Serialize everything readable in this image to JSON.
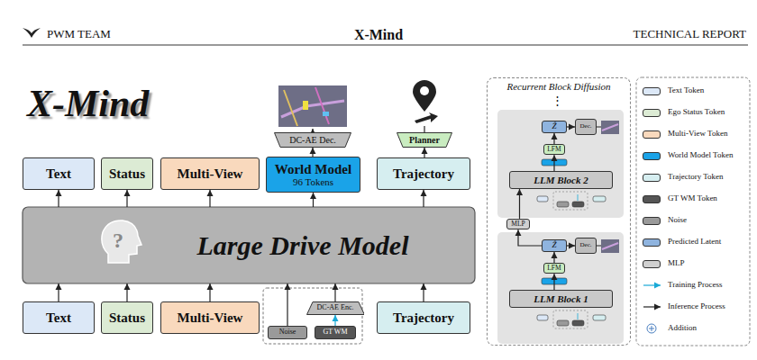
{
  "diagram": {
    "title": "X-Mind",
    "nodes": [
      {
        "text": [
          "Text"
        ]
      },
      {
        "text": [
          "Status"
        ]
      },
      {
        "text": [
          "Multi-View"
        ]
      },
      {
        "text": [
          "World Model",
          "96 Tokens"
        ]
      },
      {
        "text": [
          "Trajectory"
        ]
      },
      {
        "text": [
          "DC-AE Dec."
        ]
      },
      {
        "text": [
          "Planner"
        ]
      },
      {
        "text": [
          "Large Drive Model"
        ]
      },
      {
        "text": [
          "Text"
        ]
      },
      {
        "text": [
          "Status"
        ]
      },
      {
        "text": [
          "Multi-View"
        ]
      },
      {
        "text": [
          "Noise"
        ]
      },
      {
        "text": [
          "GT WM"
        ]
      },
      {
        "text": [
          "DC-AE Enc."
        ]
      },
      {
        "text": [
          "Trajectory"
        ]
      },
      {
        "text": [
          "Recurrent Block Diffusion"
        ]
      },
      {
        "text": [
          "LLM Block 2"
        ],
        "in": 15
      },
      {
        "text": [
          "LFM"
        ],
        "in": 15
      },
      {
        "text": [
          "Ẑ"
        ],
        "in": 15
      },
      {
        "text": [
          "Dec."
        ],
        "in": 15
      },
      {
        "text": [
          "MLP"
        ],
        "in": 15
      },
      {
        "text": [
          "LLM Block 1"
        ],
        "in": 15
      },
      {
        "text": [
          "LFM"
        ],
        "in": 15
      },
      {
        "text": [
          "Ẑ"
        ],
        "in": 15
      },
      {
        "text": [
          "Dec."
        ],
        "in": 15
      }
    ],
    "edges": [
      {
        "from": 7,
        "to": 0,
        "arrow": "to"
      },
      {
        "from": 7,
        "to": 1,
        "arrow": "to"
      },
      {
        "from": 7,
        "to": 2,
        "arrow": "to"
      },
      {
        "from": 7,
        "to": 3,
        "arrow": "to"
      },
      {
        "from": 7,
        "to": 4,
        "arrow": "to"
      },
      {
        "from": 3,
        "to": 5,
        "arrow": "to"
      },
      {
        "from": 4,
        "to": 6,
        "arrow": "to"
      },
      {
        "from": 8,
        "to": 7,
        "arrow": "to"
      },
      {
        "from": 9,
        "to": 7,
        "arrow": "to"
      },
      {
        "from": 10,
        "to": 7,
        "arrow": "to"
      },
      {
        "from": 11,
        "to": 7,
        "arrow": "to"
      },
      {
        "from": 13,
        "to": 7,
        "arrow": "to"
      },
      {
        "from": 12,
        "to": 13,
        "arrow": "to"
      },
      {
        "from": 14,
        "to": 7,
        "arrow": "to"
      },
      {
        "from": 16,
        "to": 17,
        "arrow": "to"
      },
      {
        "from": 17,
        "to": 18,
        "arrow": "to"
      },
      {
        "from": 18,
        "to": 19,
        "arrow": "to"
      },
      {
        "from": 21,
        "to": 22,
        "arrow": "to"
      },
      {
        "from": 22,
        "to": 23,
        "arrow": "to"
      },
      {
        "from": 23,
        "to": 24,
        "arrow": "to"
      },
      {
        "from": 23,
        "to": 20,
        "arrow": "to"
      },
      {
        "from": 20,
        "to": 16,
        "arrow": "to"
      }
    ],
    "labels": [
      "PWM TEAM",
      "TECHNICAL REPORT",
      "X-Mind",
      "?",
      "⋮"
    ],
    "legend": [
      {
        "text": "Text Token",
        "color": "#dce8f7"
      },
      {
        "text": "Ego Status Token",
        "color": "#dcebd4"
      },
      {
        "text": "Multi-View Token",
        "color": "#f9d9bd"
      },
      {
        "text": "World Model Token",
        "color": "#1aa3e8"
      },
      {
        "text": "Trajectory Token",
        "color": "#d6eef0"
      },
      {
        "text": "GT WM Token",
        "color": "#555555"
      },
      {
        "text": "Noise",
        "color": "#9a9a9a"
      },
      {
        "text": "Predicted Latent",
        "color": "#8fb4df"
      },
      {
        "text": "MLP",
        "color": "#d0d0d0"
      },
      {
        "text": "Training Process"
      },
      {
        "text": "Inference Process"
      },
      {
        "text": "Addition"
      }
    ]
  }
}
